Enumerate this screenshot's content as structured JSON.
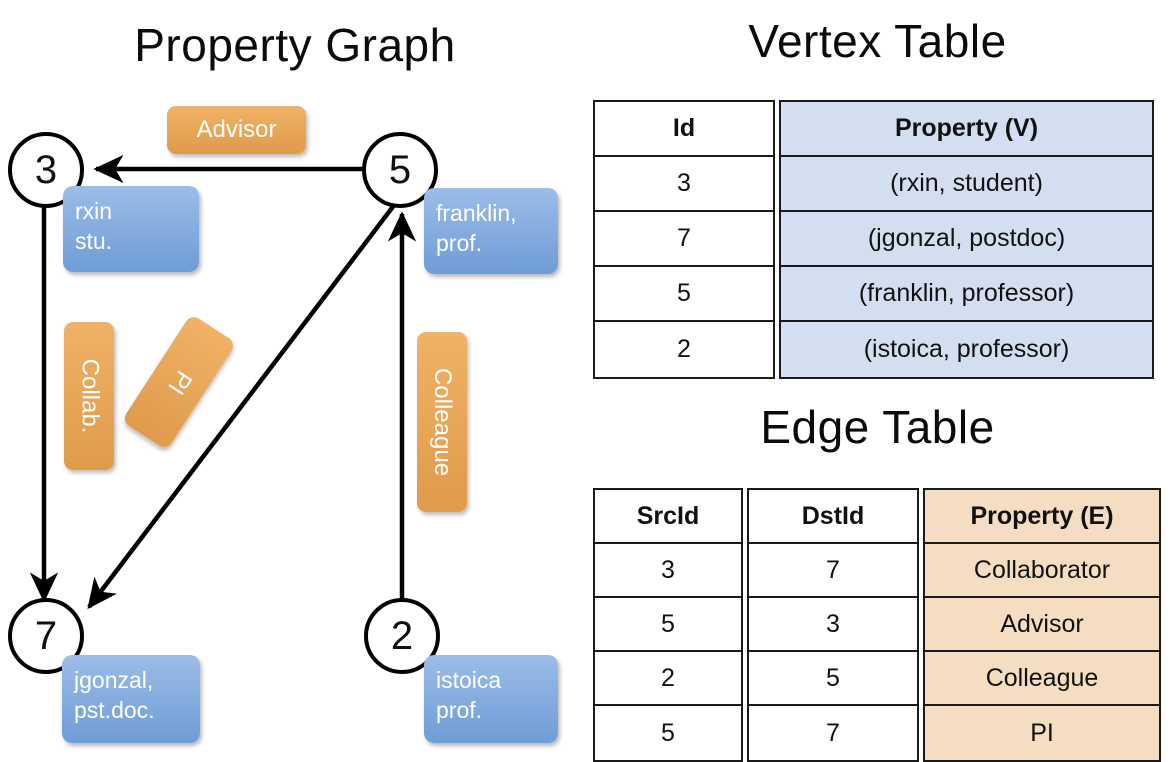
{
  "titles": {
    "property_graph": "Property Graph",
    "vertex_table": "Vertex Table",
    "edge_table": "Edge Table"
  },
  "graph": {
    "nodes": [
      {
        "id": "3",
        "label": "3",
        "property_lines": [
          "rxin",
          "stu."
        ]
      },
      {
        "id": "5",
        "label": "5",
        "property_lines": [
          "franklin,",
          "prof."
        ]
      },
      {
        "id": "7",
        "label": "7",
        "property_lines": [
          "jgonzal,",
          "pst.doc."
        ]
      },
      {
        "id": "2",
        "label": "2",
        "property_lines": [
          "istoica",
          "prof."
        ]
      }
    ],
    "edge_labels": [
      {
        "name": "advisor",
        "text": "Advisor"
      },
      {
        "name": "collab",
        "text": "Collab."
      },
      {
        "name": "pi",
        "text": "PI"
      },
      {
        "name": "colleague",
        "text": "Colleague"
      }
    ],
    "node_props": {
      "n3": {
        "l1": "rxin",
        "l2": "stu."
      },
      "n5": {
        "l1": "franklin,",
        "l2": "prof."
      },
      "n7": {
        "l1": "jgonzal,",
        "l2": "pst.doc."
      },
      "n2": {
        "l1": "istoica",
        "l2": "prof."
      }
    }
  },
  "vertex_table": {
    "headers": [
      "Id",
      "Property (V)"
    ],
    "rows": [
      {
        "id": "3",
        "property": "(rxin, student)"
      },
      {
        "id": "7",
        "property": "(jgonzal, postdoc)"
      },
      {
        "id": "5",
        "property": "(franklin, professor)"
      },
      {
        "id": "2",
        "property": "(istoica, professor)"
      }
    ]
  },
  "edge_table": {
    "headers": [
      "SrcId",
      "DstId",
      "Property (E)"
    ],
    "rows": [
      {
        "src": "3",
        "dst": "7",
        "property": "Collaborator"
      },
      {
        "src": "5",
        "dst": "3",
        "property": "Advisor"
      },
      {
        "src": "2",
        "dst": "5",
        "property": "Colleague"
      },
      {
        "src": "5",
        "dst": "7",
        "property": "PI"
      }
    ]
  },
  "colors": {
    "vertex_fill": "#d3dff1",
    "edge_fill": "#f5ddc2",
    "node_box_blue": "#87aee0",
    "edge_chip_orange": "#e8a658",
    "stroke": "#000000"
  }
}
